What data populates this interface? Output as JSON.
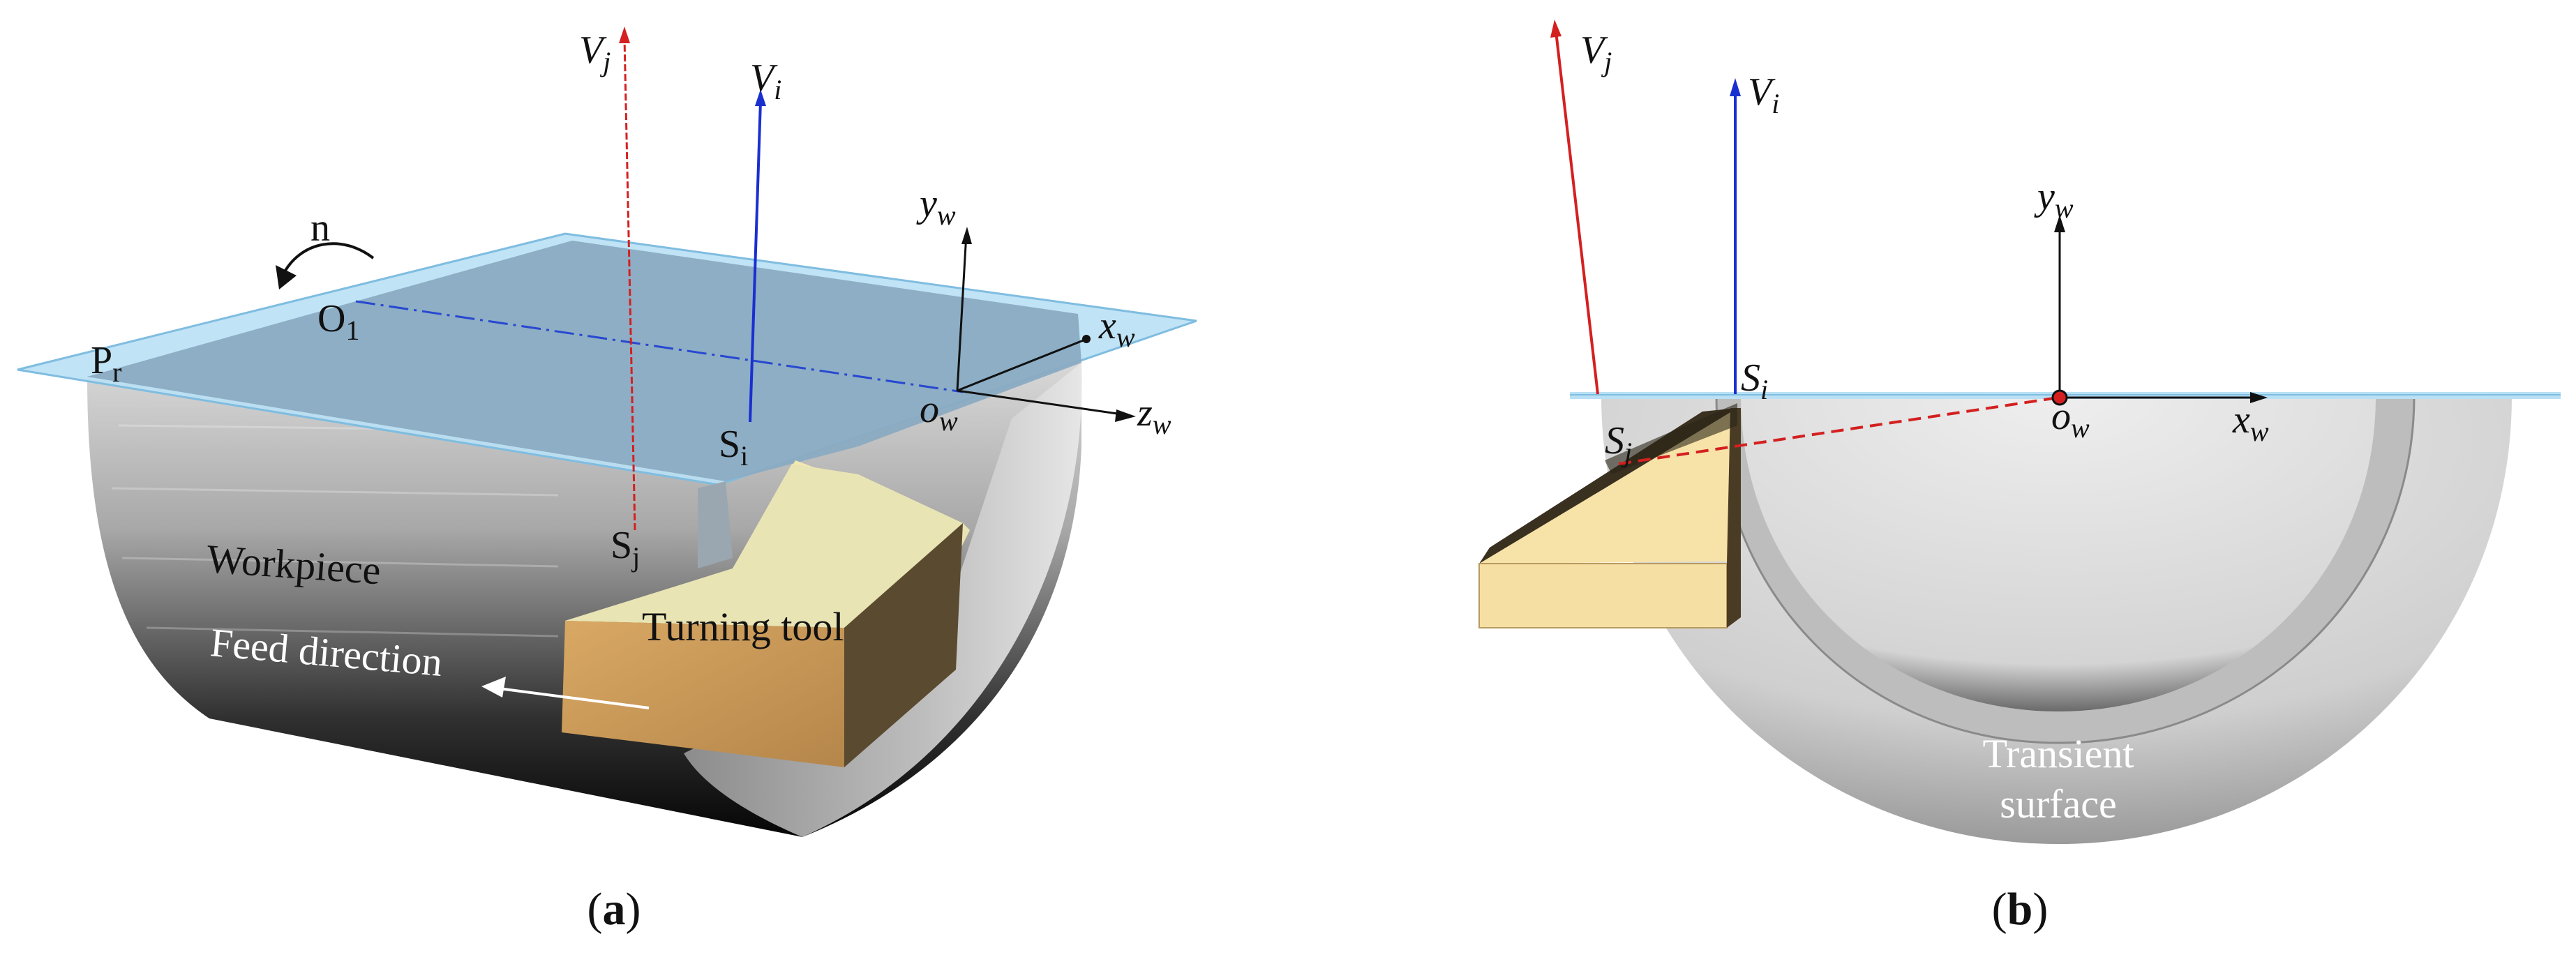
{
  "panel_a": {
    "caption_open": "(",
    "caption_letter": "a",
    "caption_close": ")",
    "velocity_j": "V",
    "velocity_j_sub": "j",
    "velocity_i": "V",
    "velocity_i_sub": "i",
    "axis_y": "y",
    "axis_y_sub": "w",
    "axis_x": "x",
    "axis_x_sub": "w",
    "axis_z": "z",
    "axis_z_sub": "w",
    "origin": "o",
    "origin_sub": "w",
    "rotation": "n",
    "center": "O",
    "center_sub": "1",
    "plane": "P",
    "plane_sub": "r",
    "point_i": "S",
    "point_i_sub": "i",
    "point_j": "S",
    "point_j_sub": "j",
    "workpiece": "Workpiece",
    "tool": "Turning tool",
    "feed": "Feed direction"
  },
  "panel_b": {
    "caption_open": "(",
    "caption_letter": "b",
    "caption_close": ")",
    "velocity_j": "V",
    "velocity_j_sub": "j",
    "velocity_i": "V",
    "velocity_i_sub": "i",
    "axis_y": "y",
    "axis_y_sub": "w",
    "axis_x": "x",
    "axis_x_sub": "w",
    "origin": "o",
    "origin_sub": "w",
    "point_i": "S",
    "point_i_sub": "i",
    "point_j": "S",
    "point_j_sub": "j",
    "surface_line1": "Transient",
    "surface_line2": "surface"
  },
  "colors": {
    "velocity_j": "#d42020",
    "velocity_i": "#1a2fd0",
    "plane": "#b9e0f5",
    "tool_top": "#f7e3a8",
    "tool_side": "#c99a5a",
    "workpiece_dark": "#1a1a1a",
    "workpiece_light": "#d9d9d9"
  }
}
